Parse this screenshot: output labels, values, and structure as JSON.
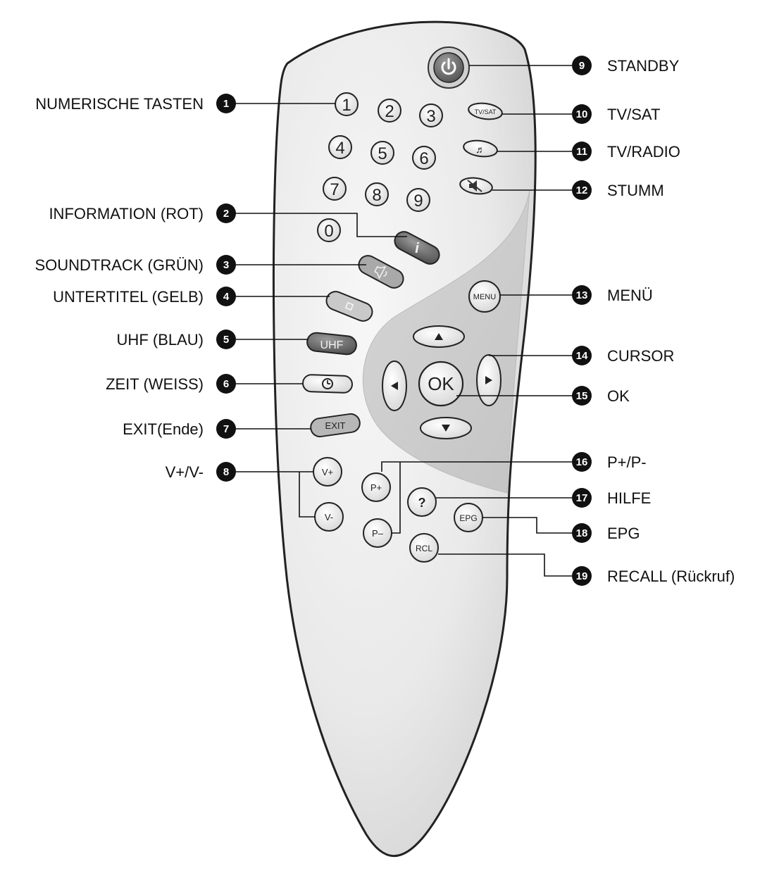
{
  "callouts": [
    {
      "num": "1",
      "label": "NUMERISCHE TASTEN"
    },
    {
      "num": "2",
      "label": "INFORMATION (ROT)"
    },
    {
      "num": "3",
      "label": "SOUNDTRACK (GRÜN)"
    },
    {
      "num": "4",
      "label": "UNTERTITEL (GELB)"
    },
    {
      "num": "5",
      "label": "UHF (BLAU)"
    },
    {
      "num": "6",
      "label": "ZEIT (WEISS)"
    },
    {
      "num": "7",
      "label": "EXIT(Ende)"
    },
    {
      "num": "8",
      "label": "V+/V-"
    },
    {
      "num": "9",
      "label": "STANDBY"
    },
    {
      "num": "10",
      "label": "TV/SAT"
    },
    {
      "num": "11",
      "label": "TV/RADIO"
    },
    {
      "num": "12",
      "label": "STUMM"
    },
    {
      "num": "13",
      "label": "MENÜ"
    },
    {
      "num": "14",
      "label": "CURSOR"
    },
    {
      "num": "15",
      "label": "OK"
    },
    {
      "num": "16",
      "label": "P+/P-"
    },
    {
      "num": "17",
      "label": "HILFE"
    },
    {
      "num": "18",
      "label": "EPG"
    },
    {
      "num": "19",
      "label": "RECALL (Rückruf)"
    }
  ],
  "buttons": {
    "digits": [
      "1",
      "2",
      "3",
      "4",
      "5",
      "6",
      "7",
      "8",
      "9",
      "0"
    ],
    "tv_sat": "TV/SAT",
    "info": "i",
    "uhf": "UHF",
    "exit": "EXIT",
    "menu": "MENU",
    "ok": "OK",
    "vol_up": "V+",
    "vol_down": "V-",
    "prog_up": "P+",
    "prog_down": "P–",
    "help": "?",
    "epg": "EPG",
    "recall": "RCL"
  },
  "icons": {
    "standby": "power-icon",
    "tv_radio": "music-note-icon",
    "mute": "mute-speaker-icon",
    "soundtrack": "speaker-icon",
    "subtitle": "square-icon",
    "time": "clock-icon",
    "cursor_up": "arrow-up-icon",
    "cursor_down": "arrow-down-icon",
    "cursor_left": "arrow-left-icon",
    "cursor_right": "arrow-right-icon"
  },
  "colors": {
    "callout_bullet": "#111111",
    "remote_body": "#ececec",
    "button_face": "#e6e6e6",
    "button_dark": "#6a6a6a"
  }
}
